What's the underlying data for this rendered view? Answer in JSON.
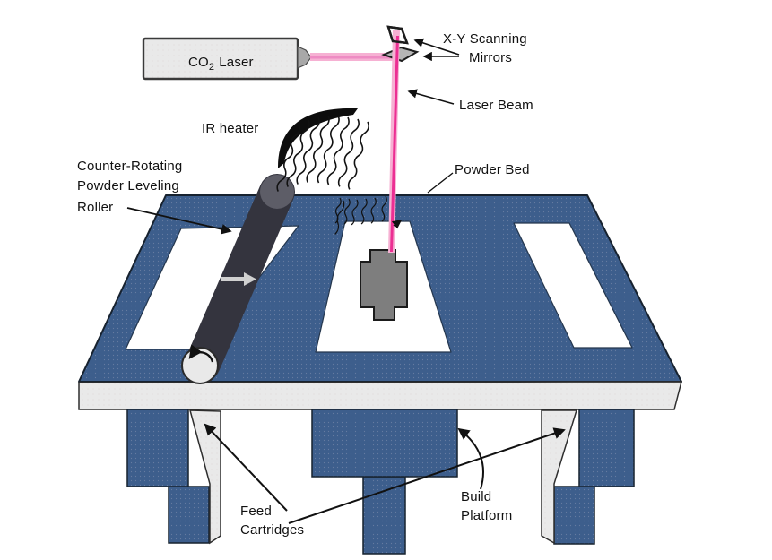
{
  "labels": {
    "co2_laser": {
      "prefix": "CO",
      "sub": "2",
      "suffix": "Laser"
    },
    "xy_mirrors": {
      "line1": "X-Y Scanning",
      "line2": "Mirrors"
    },
    "laser_beam": "Laser Beam",
    "ir_heater": "IR heater",
    "roller": {
      "line1": "Counter-Rotating",
      "line2": "Powder Leveling",
      "line3": "Roller"
    },
    "powder_bed": "Powder Bed",
    "feed_cartridges": {
      "line1": "Feed",
      "line2": "Cartridges"
    },
    "build_platform": {
      "line1": "Build",
      "line2": "Platform"
    }
  },
  "colors": {
    "background": "#ffffff",
    "bed_blue": "#3d5e8c",
    "bed_dot": "#6d81a3",
    "bed_outline": "#17222f",
    "laser_pink": "#f6b1d3",
    "laser_pink_core": "#ee8bc3",
    "laser_core": "#ec2f93",
    "roller_dark": "#34343e",
    "roller_cap": "#5d5d67",
    "metal_light": "#e9e9e9",
    "part_gray": "#7e7e7e",
    "mirror_gray": "#b5b5b5",
    "heater_black": "#0d0d0d",
    "text": "#111111"
  }
}
